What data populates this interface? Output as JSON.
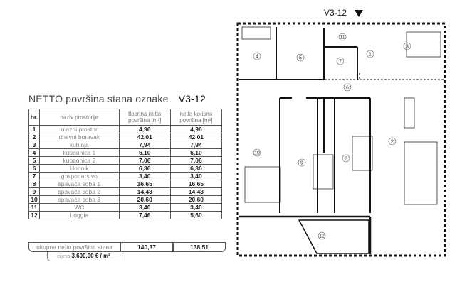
{
  "title": "NETTO površina stana oznake",
  "unit_code": "V3-12",
  "table": {
    "headers": [
      "br.",
      "naziv prostorije",
      "tlocrtna netto površina [m²]",
      "netto korisna površina [m²]"
    ],
    "rows": [
      [
        "1",
        "ulazni prostor",
        "4,96",
        "4,96"
      ],
      [
        "2",
        "dnevni boravak",
        "42,01",
        "42,01"
      ],
      [
        "3",
        "kuhinja",
        "7,94",
        "7,94"
      ],
      [
        "4",
        "kupaonica 1",
        "6,10",
        "6,10"
      ],
      [
        "5",
        "kupaonica 2",
        "7,06",
        "7,06"
      ],
      [
        "6",
        "Hodnik",
        "6,36",
        "6,36"
      ],
      [
        "7",
        "gospodarstvo",
        "3,40",
        "3,40"
      ],
      [
        "8",
        "spavaća soba 1",
        "16,65",
        "16,65"
      ],
      [
        "9",
        "spavaća soba 2",
        "14,43",
        "14,43"
      ],
      [
        "10",
        "spavaća soba 3",
        "20,60",
        "20,60"
      ],
      [
        "11",
        "WC",
        "3,40",
        "3,40"
      ],
      [
        "12",
        "Loggia",
        "7,46",
        "5,60"
      ]
    ]
  },
  "total": {
    "label": "ukupna netto površina stana",
    "floor": "140,37",
    "usable": "138,51"
  },
  "price": {
    "label": "cijena",
    "value": "3.600,00 € / m²"
  },
  "plan": {
    "label": "V3-12",
    "rooms": [
      "1",
      "2",
      "3",
      "4",
      "5",
      "6",
      "7",
      "8",
      "9",
      "10",
      "11",
      "12"
    ]
  }
}
